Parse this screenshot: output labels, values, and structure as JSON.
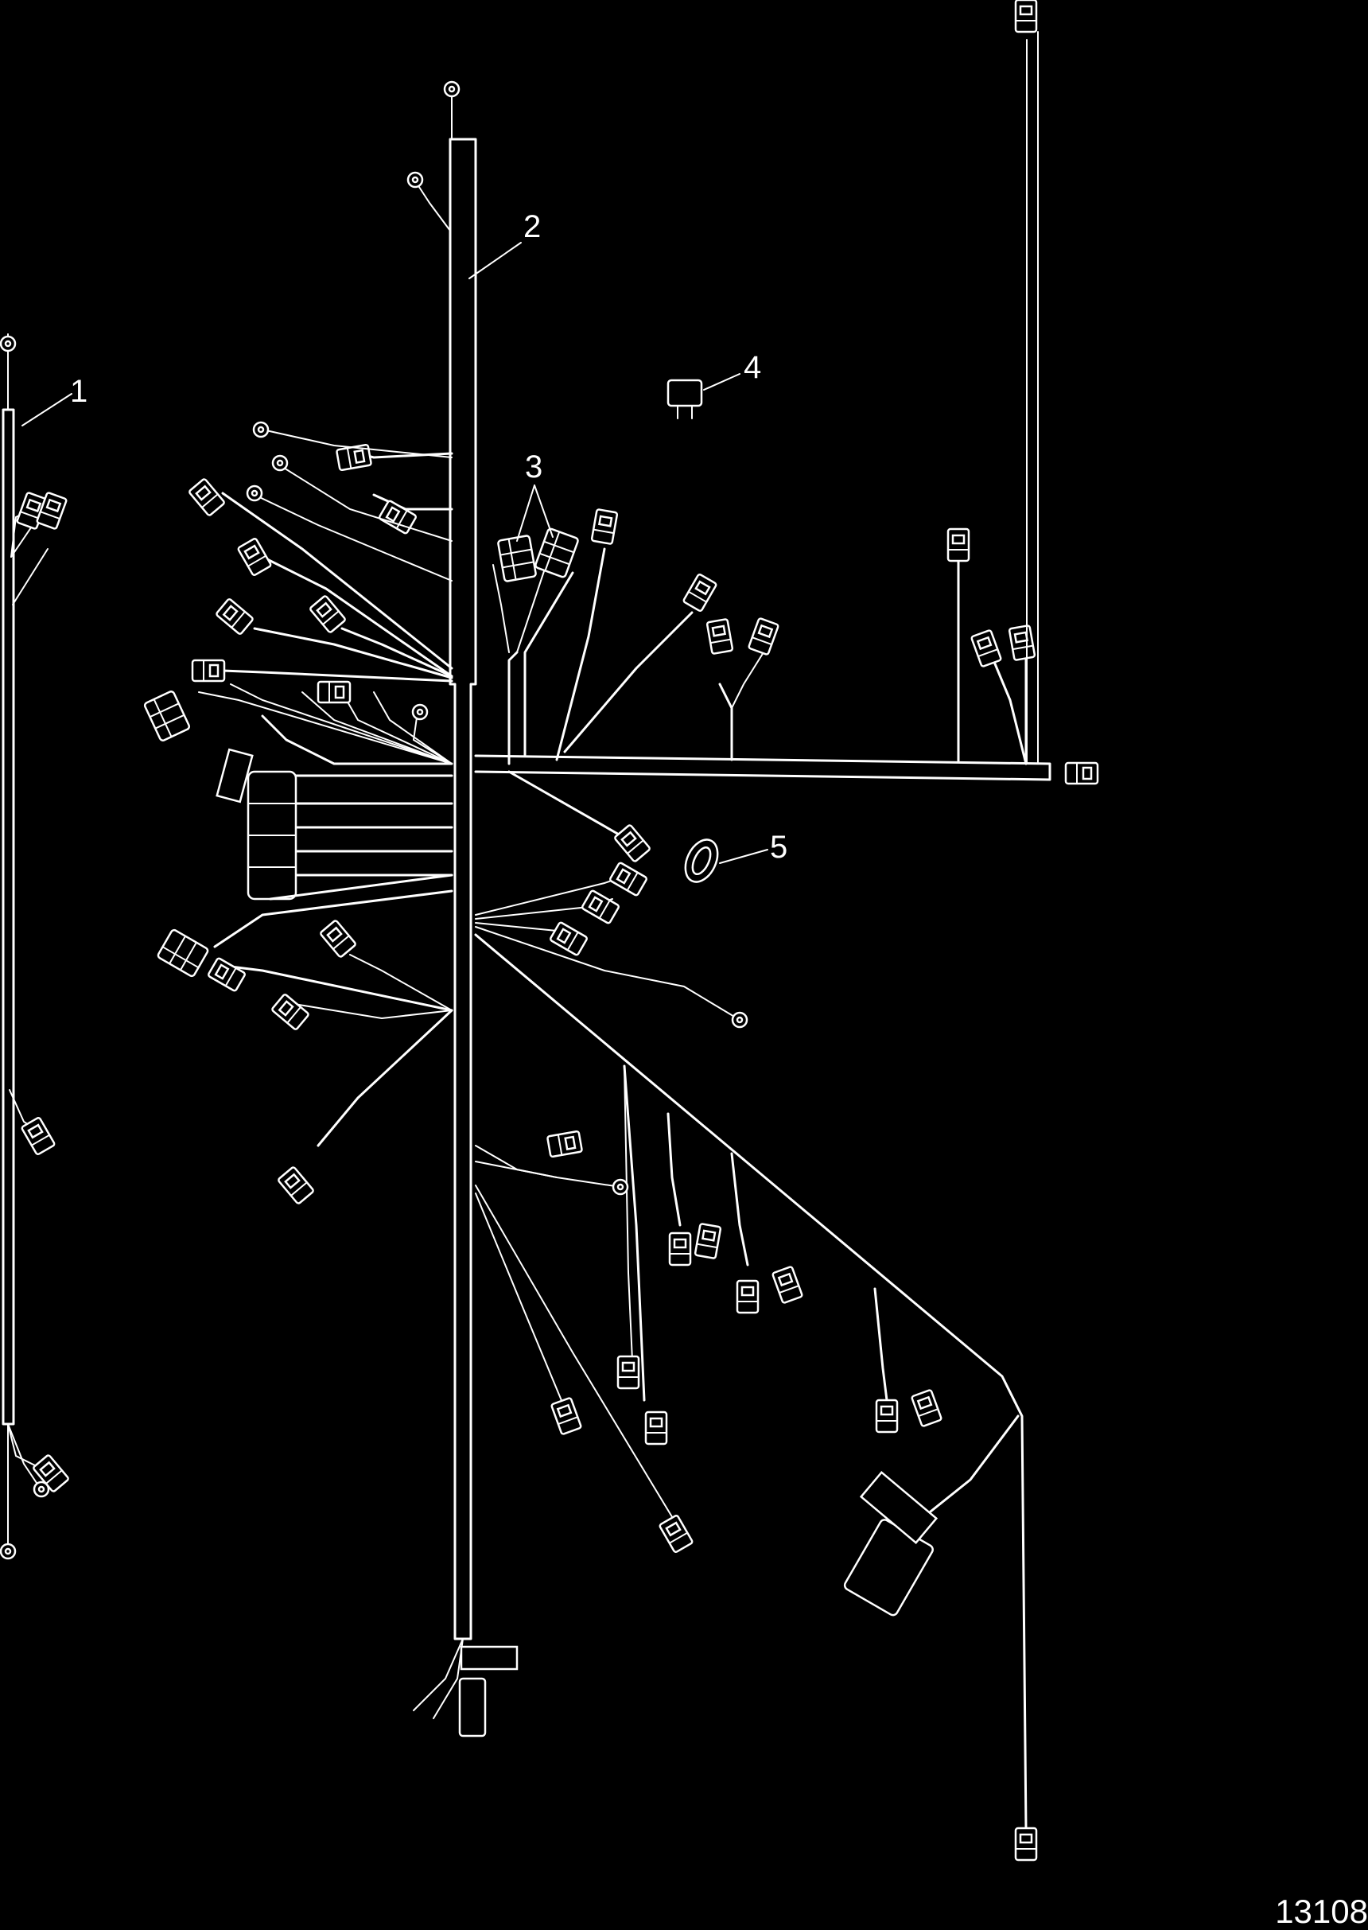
{
  "callouts": {
    "c1": "1",
    "c2": "2",
    "c3": "3",
    "c4": "4",
    "c5": "5"
  },
  "figure_id": "13108",
  "colors": {
    "background": "#000000",
    "lines": "#ffffff"
  }
}
